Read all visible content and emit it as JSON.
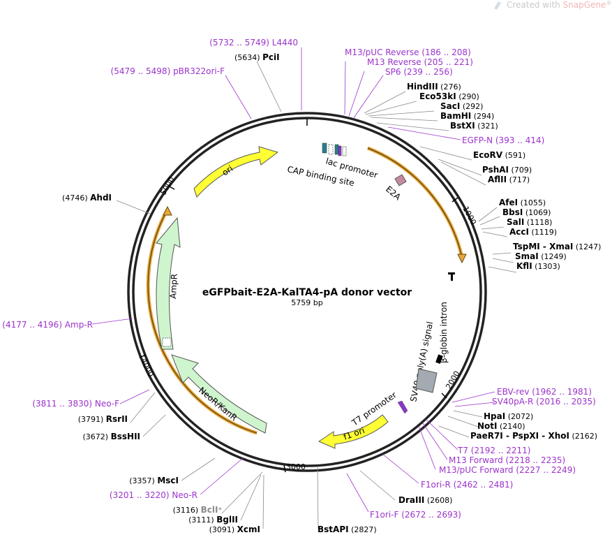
{
  "watermark": {
    "prefix": "Created with ",
    "brand": "SnapGene",
    "mark": "®"
  },
  "plasmid": {
    "name": "eGFPbait-E2A-KalTA4-pA donor vector",
    "size": "5759 bp"
  },
  "ticks": [
    "1000",
    "2000",
    "3000",
    "4000",
    "5000"
  ],
  "features": {
    "ori": "ori",
    "lac_promoter": "lac promoter",
    "cap_site": "CAP binding site",
    "e2a": "E2A",
    "beta_globin": "β-globin intron",
    "sv40": "SV40 poly(A) signal",
    "t7_promoter": "T7 promoter",
    "f1_ori": "f1 ori",
    "neo": "NeoR/KanR",
    "amp": "AmpR"
  },
  "labels": [
    {
      "name": "L4440",
      "pos": "(5732 .. 5749)",
      "primer": true
    },
    {
      "name": "PciI",
      "pos": "(5634)"
    },
    {
      "name": "pBR322ori-F",
      "pos": "(5479 .. 5498)",
      "primer": true
    },
    {
      "name": "M13/pUC Reverse",
      "pos": "(186 .. 208)",
      "primer": true
    },
    {
      "name": "M13 Reverse",
      "pos": "(205 .. 221)",
      "primer": true
    },
    {
      "name": "SP6",
      "pos": "(239 .. 256)",
      "primer": true
    },
    {
      "name": "HindIII",
      "pos": "(276)"
    },
    {
      "name": "Eco53kI",
      "pos": "(290)"
    },
    {
      "name": "SacI",
      "pos": "(292)"
    },
    {
      "name": "BamHI",
      "pos": "(294)"
    },
    {
      "name": "BstXI",
      "pos": "(321)"
    },
    {
      "name": "EGFP-N",
      "pos": "(393 .. 414)",
      "primer": true
    },
    {
      "name": "EcoRV",
      "pos": "(591)"
    },
    {
      "name": "PshAI",
      "pos": "(709)"
    },
    {
      "name": "AflII",
      "pos": "(717)"
    },
    {
      "name": "AfeI",
      "pos": "(1055)"
    },
    {
      "name": "BbsI",
      "pos": "(1069)"
    },
    {
      "name": "SalI",
      "pos": "(1118)"
    },
    {
      "name": "AccI",
      "pos": "(1119)"
    },
    {
      "name": "TspMI",
      "name2": "XmaI",
      "pos": "(1247)"
    },
    {
      "name": "SmaI",
      "pos": "(1249)"
    },
    {
      "name": "KflI",
      "pos": "(1303)"
    },
    {
      "name": "AhdI",
      "pos": "(4746)"
    },
    {
      "name": "Amp-R",
      "pos": "(4177 .. 4196)",
      "primer": true
    },
    {
      "name": "Neo-F",
      "pos": "(3811 .. 3830)",
      "primer": true
    },
    {
      "name": "RsrII",
      "pos": "(3791)"
    },
    {
      "name": "BssHII",
      "pos": "(3672)"
    },
    {
      "name": "MscI",
      "pos": "(3357)"
    },
    {
      "name": "Neo-R",
      "pos": "(3201 .. 3220)",
      "primer": true
    },
    {
      "name": "BclI",
      "pos": "(3116)",
      "mark": "*"
    },
    {
      "name": "BglII",
      "pos": "(3111)"
    },
    {
      "name": "XcmI",
      "pos": "(3091)"
    },
    {
      "name": "BstAPI",
      "pos": "(2827)"
    },
    {
      "name": "DraIII",
      "pos": "(2608)"
    },
    {
      "name": "F1ori-F",
      "pos": "(2672 .. 2693)",
      "primer": true
    },
    {
      "name": "F1ori-R",
      "pos": "(2462 .. 2481)",
      "primer": true
    },
    {
      "name": "M13/pUC Forward",
      "pos": "(2227 .. 2249)",
      "primer": true
    },
    {
      "name": "M13 Forward",
      "pos": "(2218 .. 2235)",
      "primer": true
    },
    {
      "name": "T7",
      "pos": "(2192 .. 2211)",
      "primer": true
    },
    {
      "name": "PaeR7I",
      "name2": "PspXI",
      "name3": "XhoI",
      "pos": "(2162)"
    },
    {
      "name": "NotI",
      "pos": "(2140)"
    },
    {
      "name": "HpaI",
      "pos": "(2072)"
    },
    {
      "name": "SV40pA-R",
      "pos": "(2016 .. 2035)",
      "primer": true
    },
    {
      "name": "EBV-rev",
      "pos": "(1962 .. 1981)",
      "primer": true
    }
  ]
}
